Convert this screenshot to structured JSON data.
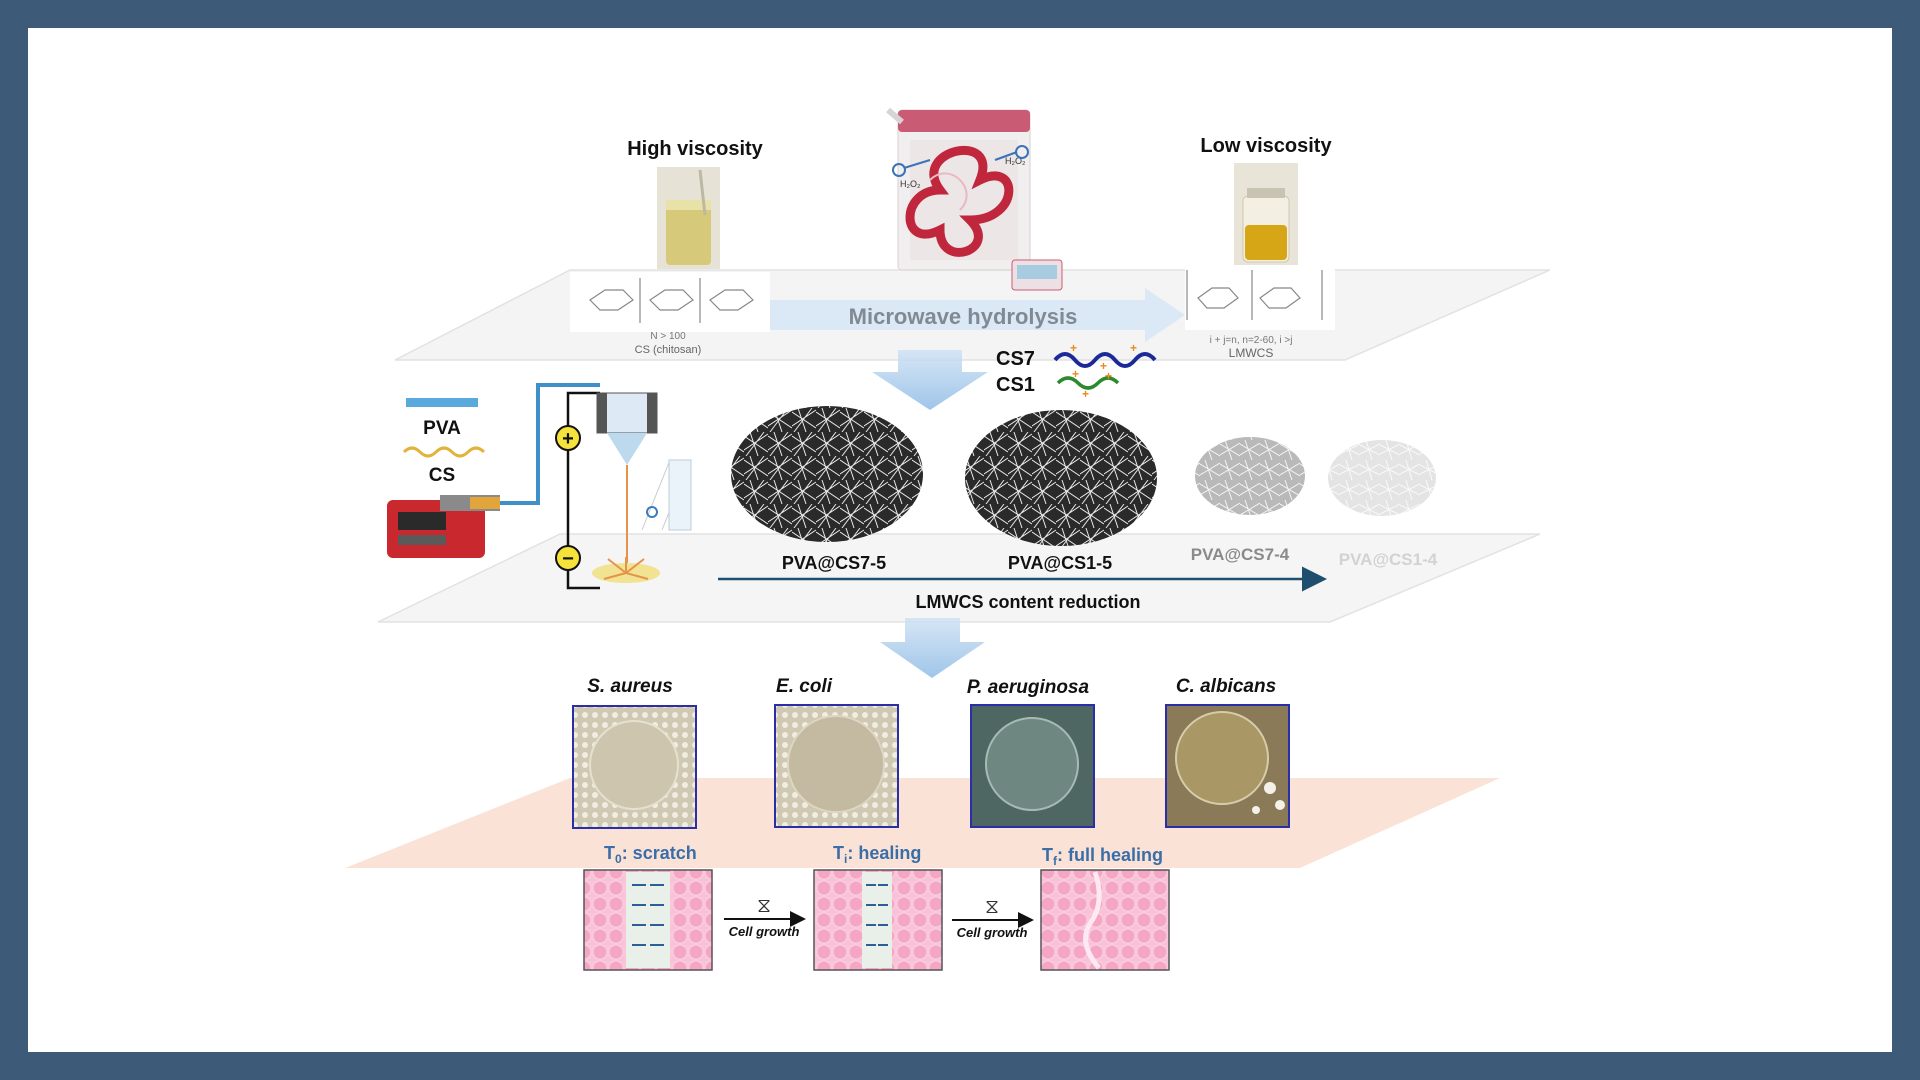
{
  "top": {
    "high_viscosity": "High viscosity",
    "low_viscosity": "Low viscosity",
    "microwave_hydrolysis": "Microwave hydrolysis",
    "cs_formula_n": "N > 100",
    "cs_name": "CS (chitosan)",
    "lmwcs_formula": "i + j=n, n=2-60, i >j",
    "lmwcs_name": "LMWCS",
    "h2o2": "H₂O₂"
  },
  "middle": {
    "cs7": "CS7",
    "cs1": "CS1",
    "pva": "PVA",
    "cs": "CS",
    "samples": [
      "PVA@CS7-5",
      "PVA@CS1-5",
      "PVA@CS7-4",
      "PVA@CS1-4"
    ],
    "reduction": "LMWCS content reduction",
    "plus": "+",
    "minus": "−"
  },
  "bottom": {
    "microbes": [
      "S. aureus",
      "E. coli",
      "P. aeruginosa",
      "C. albicans"
    ],
    "stages": [
      {
        "prefix": "T",
        "sub": "0",
        "rest": ": scratch"
      },
      {
        "prefix": "T",
        "sub": "i",
        "rest": ": healing"
      },
      {
        "prefix": "T",
        "sub": "f",
        "rest": ": full healing"
      }
    ],
    "cell_growth": "Cell growth",
    "hourglass": "⧖"
  },
  "colors": {
    "frame": "#3d5a78",
    "arrow_dark": "#1e4f6e",
    "microbe_border": "#2a2fa8",
    "stage_title": "#3a6ea8",
    "pink_cell": "#f4a6c4",
    "salmon_plane": "#fbe2d6"
  }
}
